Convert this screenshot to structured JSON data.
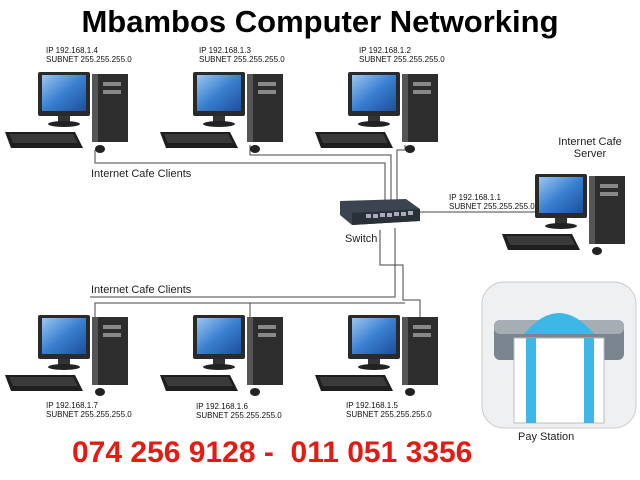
{
  "title": "Mbambos Computer Networking",
  "clients_top": [
    {
      "ip": "IP  192.168.1.4",
      "subnet": "SUBNET 255.255.255.0"
    },
    {
      "ip": "IP  192.168.1.3",
      "subnet": "SUBNET 255.255.255.0"
    },
    {
      "ip": "IP  192.168.1.2",
      "subnet": "SUBNET 255.255.255.0"
    }
  ],
  "clients_bottom": [
    {
      "ip": "IP  192.168.1.7",
      "subnet": "SUBNET 255.255.255.0"
    },
    {
      "ip": "IP  192.168.1.6",
      "subnet": "SUBNET 255.255.255.0"
    },
    {
      "ip": "IP  192.168.1.5",
      "subnet": "SUBNET 255.255.255.0"
    }
  ],
  "group_label_top": "Internet Cafe Clients",
  "group_label_bottom": "Internet Cafe Clients",
  "server": {
    "label_line1": "Internet Cafe",
    "label_line2": "Server",
    "ip": "IP  192.168.1.1",
    "subnet": "SUBNET 255.255.255.0"
  },
  "switch_label": "Switch",
  "pay_station_label": "Pay Station",
  "phone": "074 256 9128 -  011 051 3356",
  "colors": {
    "phone": "#e41b13",
    "screen": "#3a7fd0"
  }
}
